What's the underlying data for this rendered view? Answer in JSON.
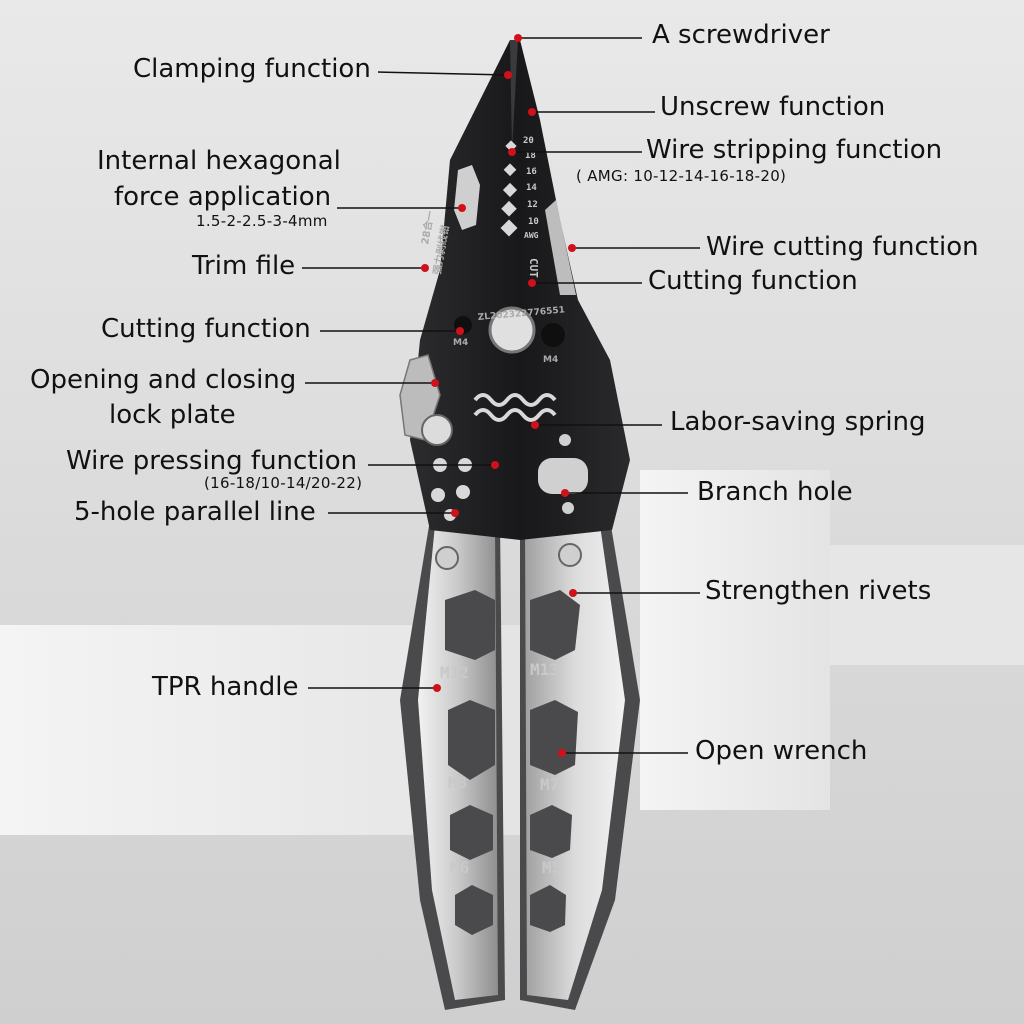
{
  "callouts": {
    "screwdriver": "A screwdriver",
    "clamping": "Clamping function",
    "unscrew": "Unscrew function",
    "wire_stripping": "Wire stripping function",
    "wire_stripping_sizes": "( AMG:  10-12-14-16-18-20)",
    "hexagonal_line1": "Internal hexagonal",
    "hexagonal_line2": "force application",
    "hexagonal_sizes": "1.5-2-2.5-3-4mm",
    "wire_cutting": "Wire cutting function",
    "trim_file": "Trim file",
    "cutting_right": "Cutting function",
    "cutting_left": "Cutting function",
    "lock_plate_line1": "Opening and closing",
    "lock_plate_line2": "lock plate",
    "spring": "Labor-saving spring",
    "wire_pressing": "Wire pressing function",
    "wire_pressing_sizes": "(16-18/10-14/20-22)",
    "branch_hole": "Branch hole",
    "five_hole": "5-hole parallel line",
    "rivets": "Strengthen rivets",
    "tpr_handle": "TPR handle",
    "open_wrench": "Open wrench"
  },
  "engravings": {
    "awg_scale": [
      "20",
      "18",
      "16",
      "14",
      "12",
      "10"
    ],
    "awg_unit": "AWG",
    "cut_mark": "CUT",
    "model_text": "28合一",
    "brand_text": "强力剥线钳",
    "patent_text": "ZL202322776551",
    "m4_left": "M4",
    "m4_right": "M4",
    "wrench_sizes_left": [
      "M12",
      "M8",
      "M6"
    ],
    "wrench_sizes_right": [
      "M13",
      "M7",
      "M5"
    ]
  },
  "colors": {
    "marker": "#d0101a",
    "leader_line": "#111111",
    "steel_dark": "#1e1e20",
    "handle_silver": "#d8d8d8",
    "handle_dark": "#4a4a4c"
  }
}
